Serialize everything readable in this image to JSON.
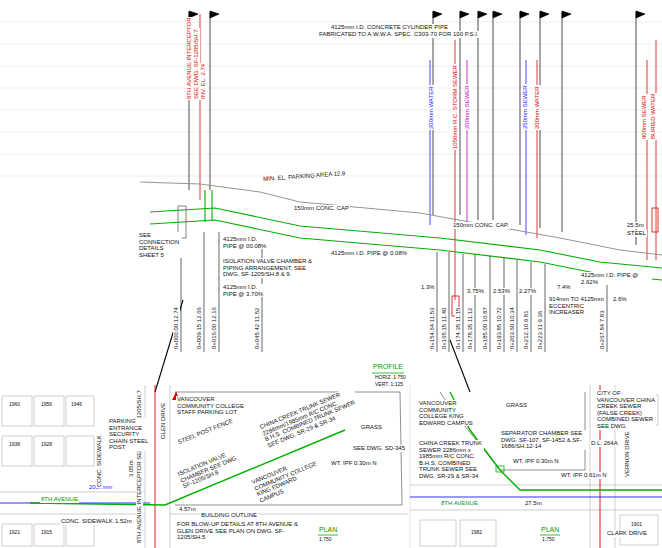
{
  "diagram": {
    "labels": [
      "8TH AVENUE INTERCEPTOR",
      "SEE DWG. SF-1205/SH.7",
      "INV. EL. 2.74",
      "4125mm I.D. CONCRETE CYLINDER PIPE",
      "FABRICATED TO A.W.W.A. SPEC. C303-70 FOR 100 P.S.I.",
      "MIN. EL. PARKING AREA 12.9",
      "150mm CONC. CAP",
      "150mm CONC. CAP.",
      "SEE CONNECTION DETAILS SHEET 5",
      "4125mm I.D. PIPE @ 00.08%",
      "ISOLATION VALVE CHAMBER & PIPING ARRANGEMENT, SEE DWG. SF-1205/SH.8 & 9.",
      "4125mm I.D. PIPE @ 0.08%",
      "4125mm I.D. PIPE @ 3.70%",
      "4125mm I.D. PIPE @ 2.62%",
      "914mm TO 4125mm ECCENTRIC INCREASER",
      "1.3%",
      "3.75%",
      "2.53%",
      "2.27%",
      "7.4%",
      "2.6%",
      "200mm WATER",
      "1050mm R.C. STORM SEWER",
      "200mm SEWER",
      "250mm SEWER",
      "200mm WATER",
      "900mm SEWER",
      "BURIED WATER",
      "25.5m",
      "STEEL",
      "0+000.00 12.74",
      "0+009.15 12.66",
      "0+016.00 12.16",
      "0+045.42 11.52",
      "0+154.64 11.53",
      "0+165.15 11.40",
      "0+174.35 11.15",
      "0+178.35 11.12",
      "0+185.00 10.87",
      "0+193.85 10.72",
      "0+203.60 10.34",
      "0+212.10 9.81",
      "0+223.11 9.36",
      "0+267.84 7.83",
      "PROFILE",
      "HORIZ. 1:750",
      "VERT. 1:125",
      "8TH AVENUE INTERCEPTOR SEE DWG. SF-1205/SH.7",
      "GLEN DRIVE",
      "VANCOUVER COMMUNITY COLLEGE STAFF PARKING LOT",
      "PARKING ENTRANCE SECURITY CHAIN STEEL POST",
      "STEEL POST FENCE",
      "BUILDING OUTLINE",
      "ISOLATION VALVE CHAMBER SEE DWG. SF-1205/SH.8",
      "CHINA CREEK TRUNK SEWER 2286mm/1985mm R/C CONC. B.H.S. COMBINED TRUNK SEWER SEE DWG. SR-29 & SR-34",
      "VANCOUVER COMMUNITY COLLEGE KING EDWARD CAMPUS",
      "GRASS",
      "SEE DWG. SD-345",
      "WT. IPF 0.30m N",
      "8TH AVENUE",
      "2007mm",
      "CONC. SIDEWALK",
      "1.52m",
      "4.57m",
      "3.05m",
      "FOR BLOW-UP DETAILS AT 8TH AVENUE & GLEN DRIVE SEE PLAN ON DWG. SF-1205/SH.5",
      "PLAN",
      "1:750",
      "CONC. SIDEWALK",
      "1960",
      "1956",
      "1946",
      "1938",
      "1928",
      "1921",
      "1915",
      "VANCOUVER COMMUNITY COLLEGE KING EDWARD CAMPUS",
      "SEPARATOR CHAMBER SEE DWG. SF-107, SF-1452 & SF-1686/SH.12-14",
      "CHINA CREEK TRUNK SEWER 2286mm x 1985mm R/C CONC. B.H.S. COMBINED TRUNK SEWER SEE DWG. SR-29 & SR-34",
      "GRASS",
      "WT. IPF 0.30m N",
      "WT. IPF 0.61m N",
      "D.L. 264A",
      "27.5m",
      "8TH AVENUE",
      "VERNON DRIVE",
      "CLARK DRIVE",
      "CITY OF VANCOUVER CHINA CREEK SEWER (FALSE CREEK) COMBINED SEWER SEE DWG.",
      "PLAN",
      "1:750",
      "1982",
      "1901"
    ]
  }
}
